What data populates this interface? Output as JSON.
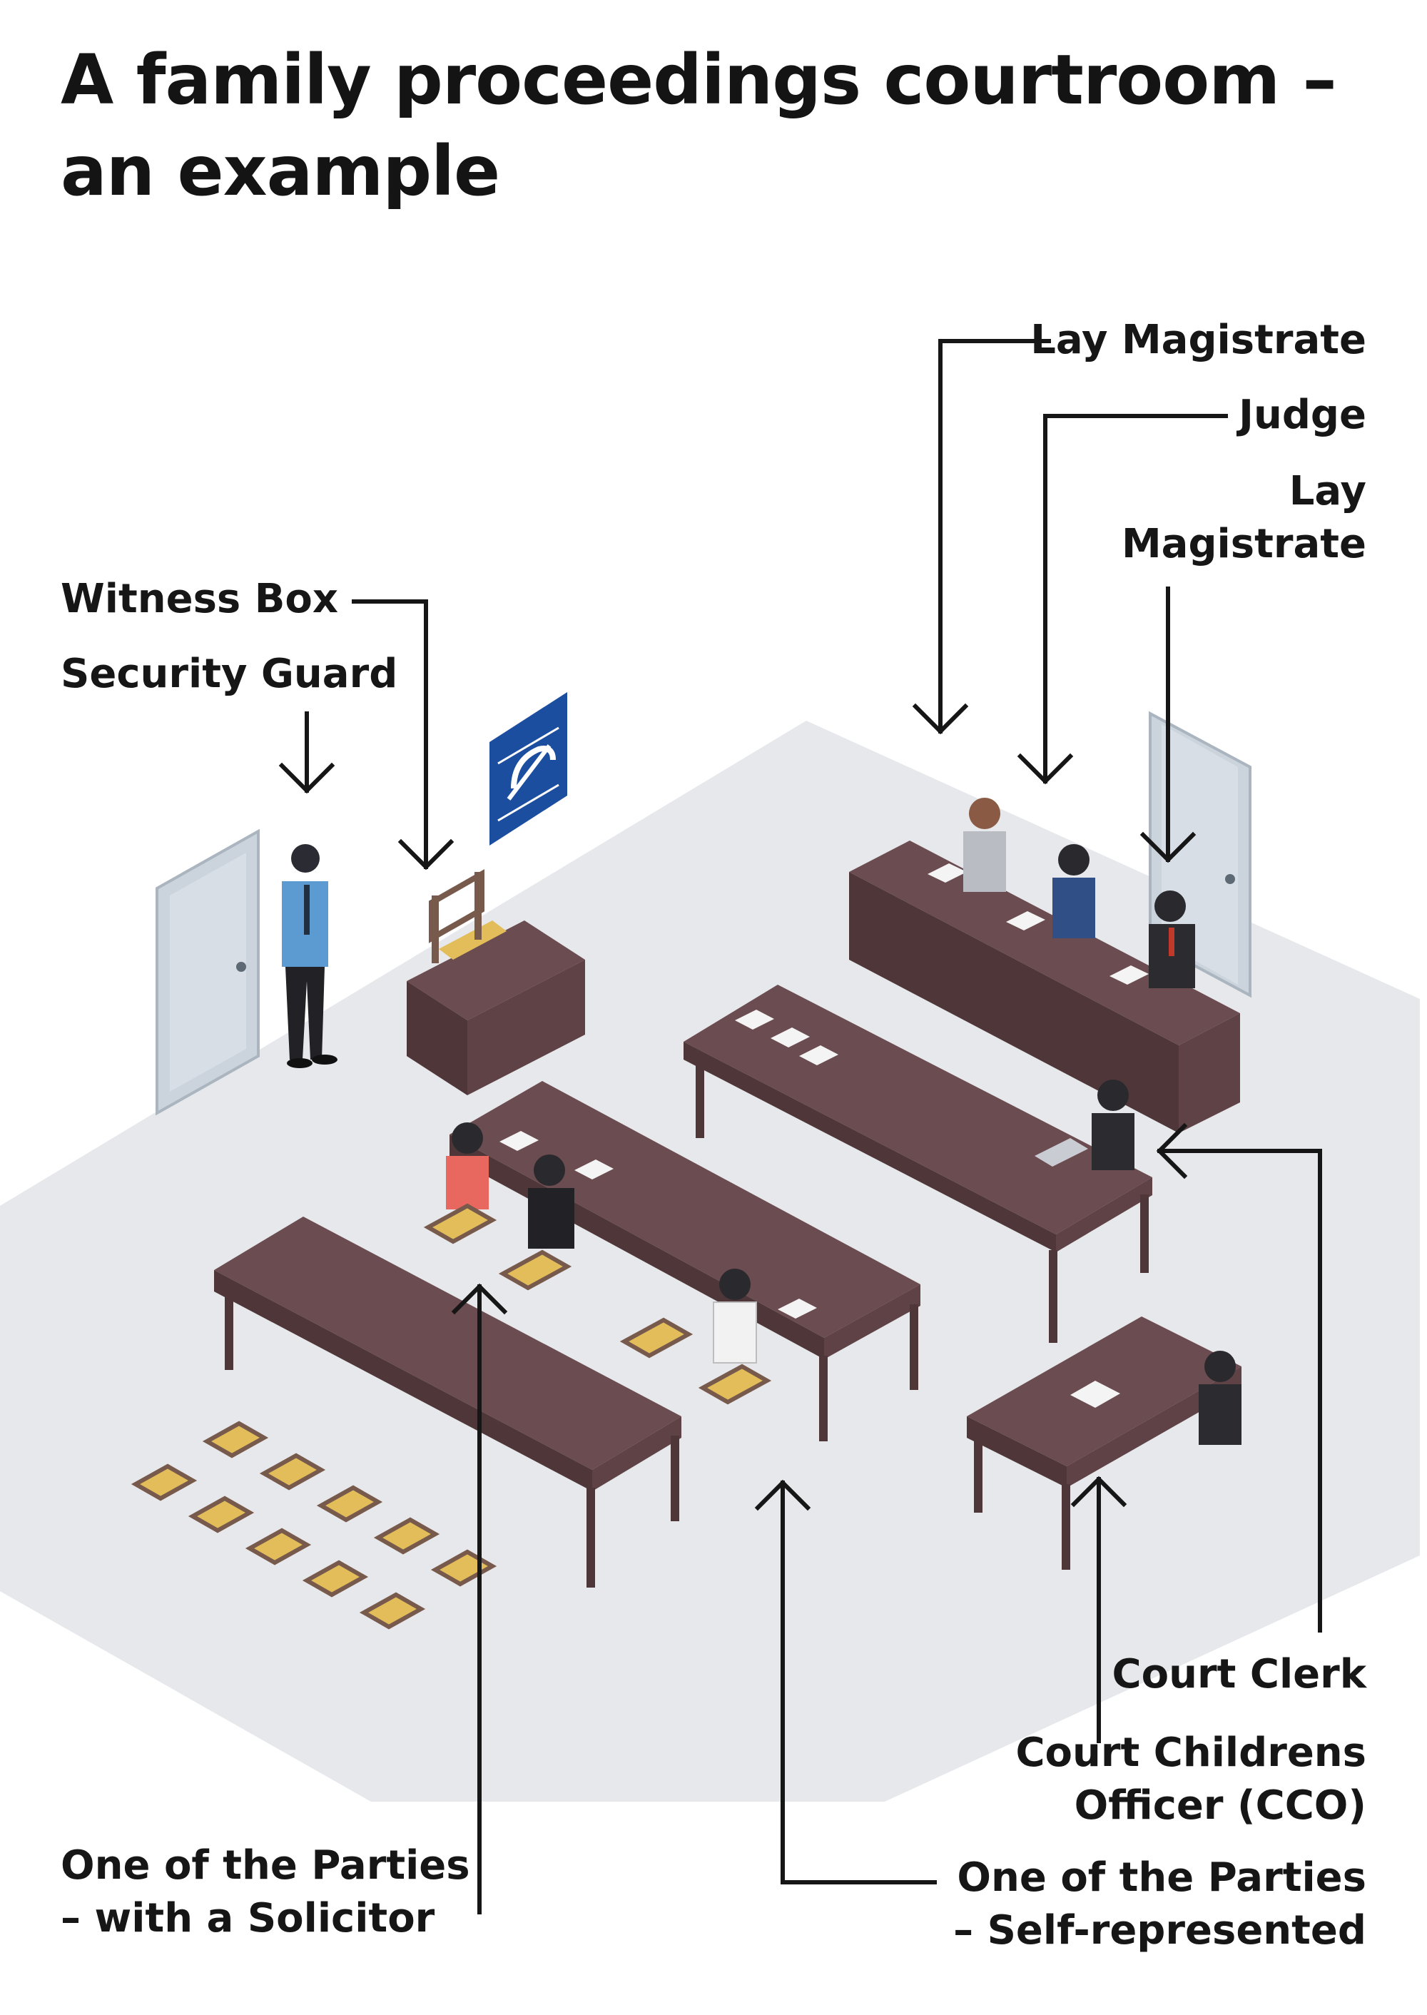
{
  "title": "A family proceedings courtroom – an example",
  "labels": {
    "witness_box": "Witness Box",
    "security_guard": "Security Guard",
    "lay_magistrate_1": "Lay Magistrate",
    "judge": "Judge",
    "lay_magistrate_2_line1": "Lay",
    "lay_magistrate_2_line2": "Magistrate",
    "court_clerk": "Court Clerk",
    "cco_line1": "Court Childrens",
    "cco_line2": "Officer (CCO)",
    "party_solicitor_line1": "One of the Parties",
    "party_solicitor_line2": "– with a Solicitor",
    "party_self_line1": "One of the Parties",
    "party_self_line2": "– Self-represented"
  },
  "colors": {
    "floor": "#e6e8eb",
    "table": "#6b4c50",
    "table_side": "#4f3739",
    "chair_seat": "#e2bd5a",
    "chair_frame": "#775a4c",
    "door": "#c9d2da",
    "sign": "#1c4ea0",
    "guard_shirt": "#5b9bd1",
    "ink": "#161616"
  },
  "icons": {
    "sign": "hearing-loop-sign-icon"
  }
}
